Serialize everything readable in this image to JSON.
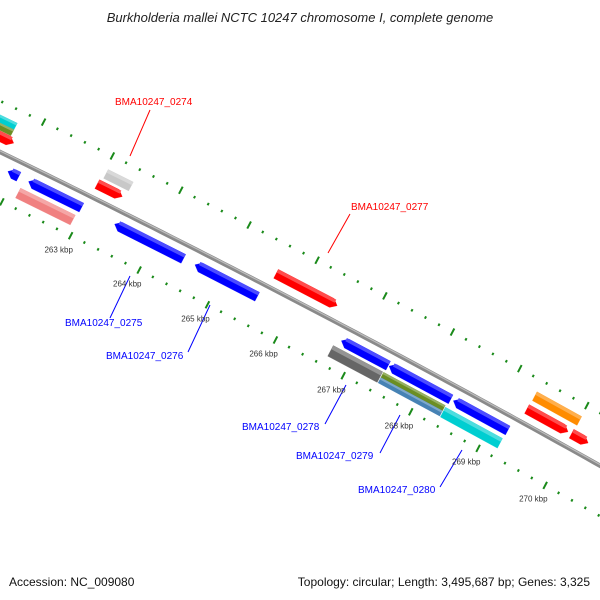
{
  "title": "Burkholderia mallei NCTC 10247 chromosome I, complete genome",
  "footer": {
    "accession": "Accession: NC_009080",
    "summary": "Topology: circular; Length: 3,495,687 bp; Genes: 3,325"
  },
  "gene_labels": {
    "forward": [
      "BMA10247_0274",
      "BMA10247_0277"
    ],
    "reverse": [
      "BMA10247_0275",
      "BMA10247_0276",
      "BMA10247_0278",
      "BMA10247_0279",
      "BMA10247_0280"
    ]
  },
  "ticks": [
    {
      "kbp": 263,
      "label": "263 kbp"
    },
    {
      "kbp": 264,
      "label": "264 kbp"
    },
    {
      "kbp": 265,
      "label": "265 kbp"
    },
    {
      "kbp": 266,
      "label": "266 kbp"
    },
    {
      "kbp": 267,
      "label": "267 kbp"
    },
    {
      "kbp": 268,
      "label": "268 kbp"
    },
    {
      "kbp": 269,
      "label": "269 kbp"
    },
    {
      "kbp": 270,
      "label": "270 kbp"
    }
  ],
  "colors": {
    "forward_gene": "#ff0000",
    "reverse_gene": "#0000ff",
    "tick": "#1a8a1a",
    "backbone": "#8a8a8a",
    "light_gray": "#c8c8c8",
    "dark_gray": "#666666",
    "olive": "#6b8e23",
    "steel_blue": "#4682b4",
    "cyan": "#00ced1",
    "pink": "#f08080",
    "orange": "#ff8c00"
  }
}
